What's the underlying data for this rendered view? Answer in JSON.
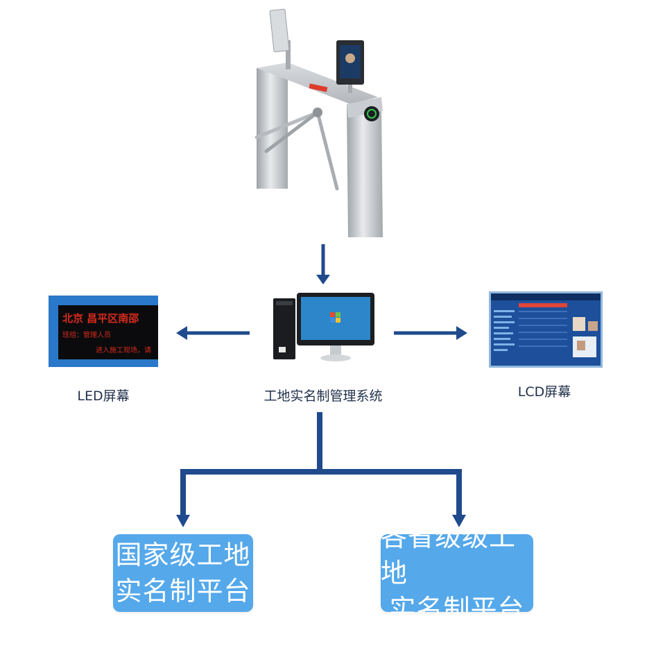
{
  "nodes": {
    "system": {
      "label": "工地实名制管理系统"
    },
    "led": {
      "label": "LED屏幕",
      "screen_lines": [
        "北京  昌平区南邵",
        "班组：管理人员",
        "进入施工现场，请"
      ]
    },
    "lcd": {
      "label": "LCD屏幕"
    },
    "national": {
      "line1": "国家级工地",
      "line2": "实名制平台"
    },
    "provincial": {
      "line1": "各省级级工地",
      "line2": "实名制平台"
    }
  },
  "colors": {
    "arrow": "#1f4a8c",
    "platform_fill": "#55a8ea",
    "platform_text": "#ffffff",
    "label_text": "#1f2f4a"
  }
}
